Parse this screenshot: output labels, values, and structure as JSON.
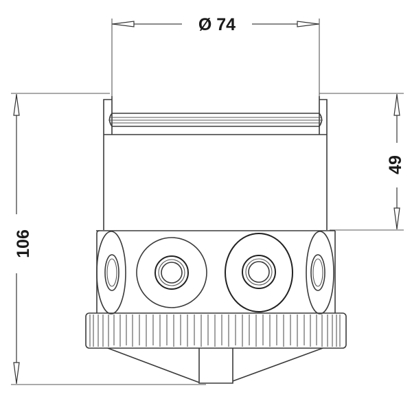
{
  "drawing": {
    "title": "Technical dimension drawing - cylindrical housing with side ports",
    "units": "mm",
    "line_color": "#3a3a3a",
    "background": "#ffffff"
  },
  "dimensions": {
    "diameter": {
      "label": "Ø 74",
      "value": 74,
      "symbol": "Ø",
      "orientation": "horizontal"
    },
    "total_height": {
      "label": "106",
      "value": 106,
      "orientation": "vertical",
      "side": "left"
    },
    "upper_height": {
      "label": "49",
      "value": 49,
      "orientation": "vertical",
      "side": "right"
    }
  },
  "parts": [
    {
      "name": "top-cap-rim",
      "description": "thin top lip with grooved band"
    },
    {
      "name": "upper-body",
      "description": "cylindrical upper section"
    },
    {
      "name": "port-ring",
      "description": "middle ring with 4 visible threaded ports"
    },
    {
      "name": "knurled-nut",
      "description": "ribbed collar ring"
    },
    {
      "name": "conical-base",
      "description": "tapered bottom with central spigot"
    }
  ],
  "ports": [
    {
      "position": "left-edge",
      "view": "oblique"
    },
    {
      "position": "center-left",
      "view": "frontal"
    },
    {
      "position": "center-right",
      "view": "frontal"
    },
    {
      "position": "right-edge",
      "view": "oblique"
    }
  ]
}
